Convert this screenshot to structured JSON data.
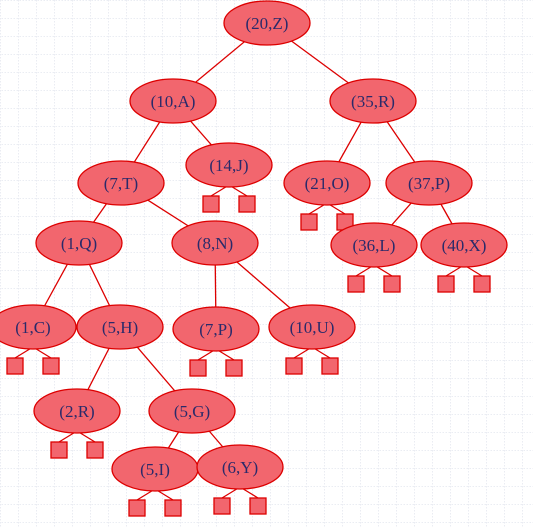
{
  "colors": {
    "background": "#ffffff",
    "grid": "#c9cfe0",
    "node_fill": "#f2666e",
    "node_stroke": "#dd0000",
    "edge": "#dd0000",
    "label": "#2a2a6a"
  },
  "tree": {
    "nodes": [
      {
        "id": "n20Z",
        "label": "(20,Z)"
      },
      {
        "id": "n10A",
        "label": "(10,A)"
      },
      {
        "id": "n35R",
        "label": "(35,R)"
      },
      {
        "id": "n7T",
        "label": "(7,T)"
      },
      {
        "id": "n14J",
        "label": "(14,J)"
      },
      {
        "id": "n21O",
        "label": "(21,O)"
      },
      {
        "id": "n37P",
        "label": "(37,P)"
      },
      {
        "id": "n1Q",
        "label": "(1,Q)"
      },
      {
        "id": "n8N",
        "label": "(8,N)"
      },
      {
        "id": "n36L",
        "label": "(36,L)"
      },
      {
        "id": "n40X",
        "label": "(40,X)"
      },
      {
        "id": "n1C",
        "label": "(1,C)"
      },
      {
        "id": "n5H",
        "label": "(5,H)"
      },
      {
        "id": "n7P",
        "label": "(7,P)"
      },
      {
        "id": "n10U",
        "label": "(10,U)"
      },
      {
        "id": "n2R",
        "label": "(2,R)"
      },
      {
        "id": "n5G",
        "label": "(5,G)"
      },
      {
        "id": "n5I",
        "label": "(5,I)"
      },
      {
        "id": "n6Y",
        "label": "(6,Y)"
      }
    ],
    "edges": [
      [
        "n20Z",
        "n10A"
      ],
      [
        "n20Z",
        "n35R"
      ],
      [
        "n10A",
        "n7T"
      ],
      [
        "n10A",
        "n14J"
      ],
      [
        "n35R",
        "n21O"
      ],
      [
        "n35R",
        "n37P"
      ],
      [
        "n7T",
        "n1Q"
      ],
      [
        "n7T",
        "n8N"
      ],
      [
        "n37P",
        "n36L"
      ],
      [
        "n37P",
        "n40X"
      ],
      [
        "n1Q",
        "n1C"
      ],
      [
        "n1Q",
        "n5H"
      ],
      [
        "n8N",
        "n7P"
      ],
      [
        "n8N",
        "n10U"
      ],
      [
        "n5H",
        "n2R"
      ],
      [
        "n5H",
        "n5G"
      ],
      [
        "n5G",
        "n5I"
      ],
      [
        "n5G",
        "n6Y"
      ]
    ],
    "leaf_parents": [
      "n14J",
      "n21O",
      "n36L",
      "n40X",
      "n1C",
      "n7P",
      "n10U",
      "n2R",
      "n5I",
      "n6Y"
    ]
  }
}
